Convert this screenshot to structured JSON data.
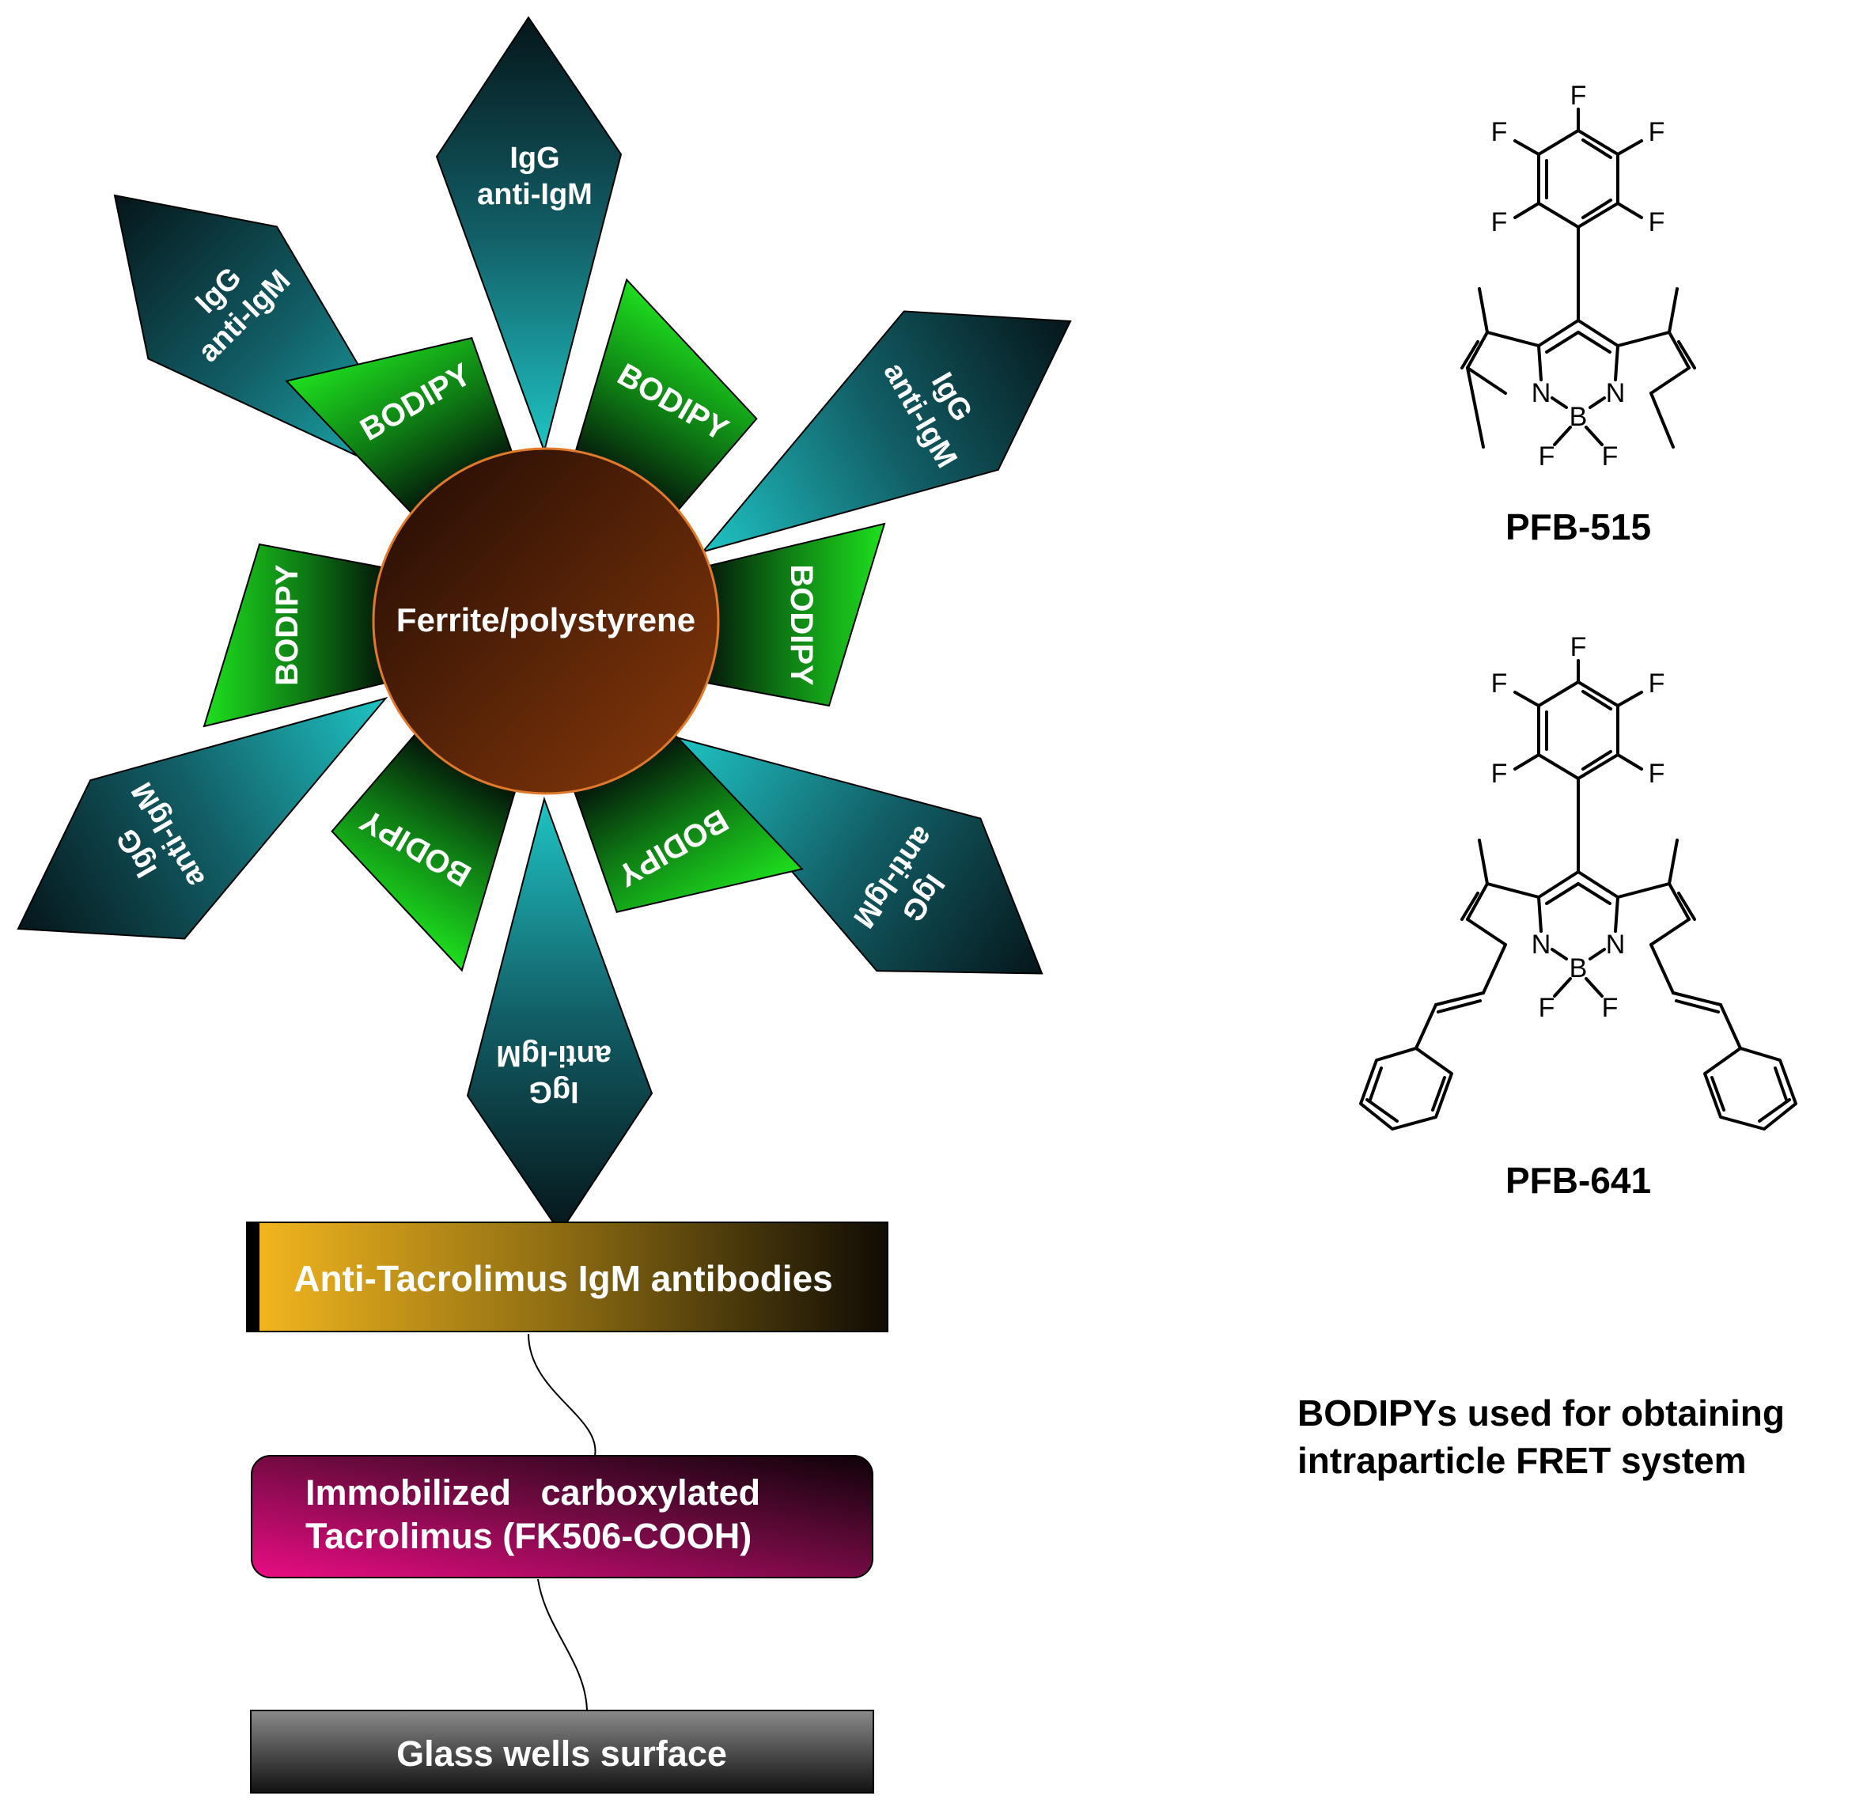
{
  "particle": {
    "core_label": "Ferrite/polystyrene",
    "bodipy_label": "BODIPY",
    "antibody_label_line1": "IgG",
    "antibody_label_line2": "anti-IgM"
  },
  "stack": {
    "antibodies_label": "Anti-Tacrolimus IgM antibodies",
    "immobilized_line1": "Immobilized   carboxylated",
    "immobilized_line2": "Tacrolimus (FK506-COOH)",
    "glass_label": "Glass wells surface"
  },
  "structures": {
    "compound1_name": "PFB-515",
    "compound2_name": "PFB-641",
    "atom_F": "F",
    "atom_N": "N",
    "atom_B": "B"
  },
  "caption": {
    "line1": "BODIPYs used for obtaining",
    "line2": "intraparticle FRET system"
  },
  "colors": {
    "core_dark": "#1f0a04",
    "core_light": "#8a3a0a",
    "core_stroke": "#e07a2a",
    "bodipy_green": "#1ee01e",
    "antibody_teal": "#1fc4c4",
    "antibodies_bar_gold": "#f6b81f",
    "immobilized_magenta": "#ea0c84",
    "glass_gray": "#707070"
  }
}
